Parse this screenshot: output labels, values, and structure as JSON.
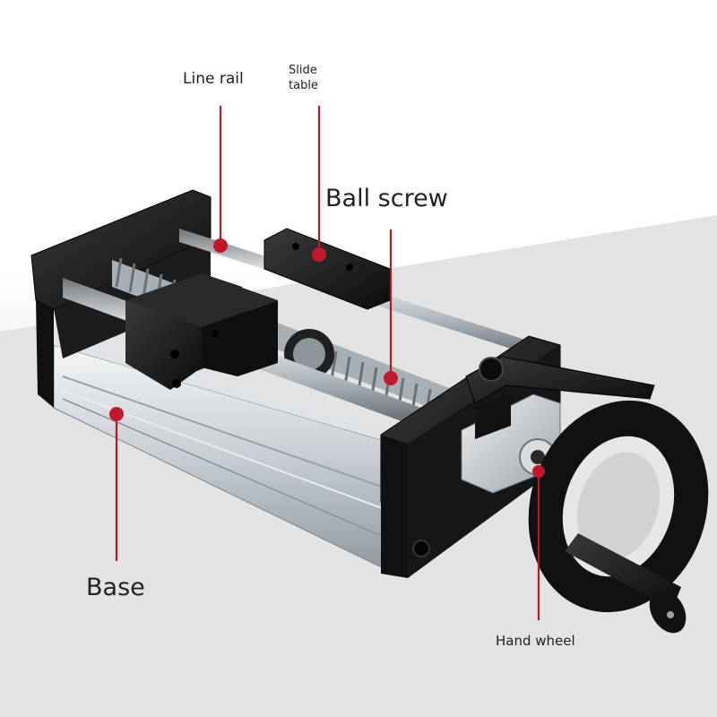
{
  "labels": {
    "line_rail": "Line rail",
    "slide_table_line1": "Slide",
    "slide_table_line2": "table",
    "ball_screw": "Ball screw",
    "base": "Base",
    "hand_wheel": "Hand wheel"
  },
  "colors": {
    "leader": "#b01c2a",
    "marker": "#c0192b",
    "anodized_black": "#151515",
    "aluminum": "#cfd4d8",
    "steel": "#bfc5c9"
  }
}
